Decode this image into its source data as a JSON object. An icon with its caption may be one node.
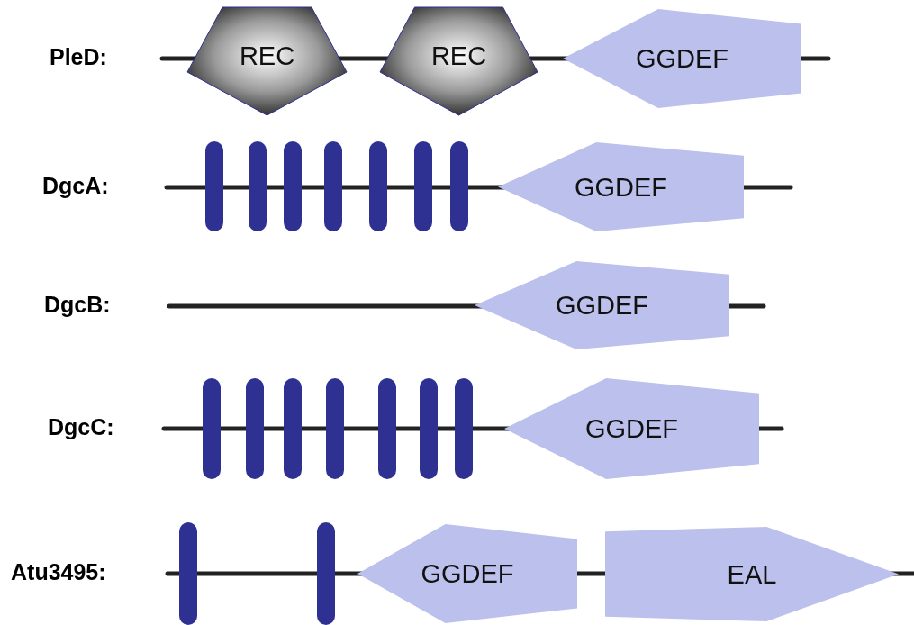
{
  "diagram": {
    "nodes": [
      {
        "text": [
          "REC"
        ]
      },
      {
        "text": [
          "REC"
        ]
      },
      {
        "text": [
          "GGDEF"
        ]
      },
      {
        "text": [],
        "shape": "bar"
      },
      {
        "text": [],
        "shape": "bar"
      },
      {
        "text": [],
        "shape": "bar"
      },
      {
        "text": [],
        "shape": "bar"
      },
      {
        "text": [],
        "shape": "bar"
      },
      {
        "text": [],
        "shape": "bar"
      },
      {
        "text": [],
        "shape": "bar"
      },
      {
        "text": [
          "GGDEF"
        ]
      },
      {
        "text": [
          "GGDEF"
        ]
      },
      {
        "text": [],
        "shape": "bar"
      },
      {
        "text": [],
        "shape": "bar"
      },
      {
        "text": [],
        "shape": "bar"
      },
      {
        "text": [],
        "shape": "bar"
      },
      {
        "text": [],
        "shape": "bar"
      },
      {
        "text": [],
        "shape": "bar"
      },
      {
        "text": [],
        "shape": "bar"
      },
      {
        "text": [
          "GGDEF"
        ]
      },
      {
        "text": [],
        "shape": "bar"
      },
      {
        "text": [],
        "shape": "bar"
      },
      {
        "text": [
          "GGDEF"
        ]
      },
      {
        "text": [
          "EAL"
        ]
      }
    ],
    "labels": [
      "PleD:",
      "DgcA:",
      "DgcB:",
      "DgcC:",
      "Atu3495:"
    ]
  }
}
